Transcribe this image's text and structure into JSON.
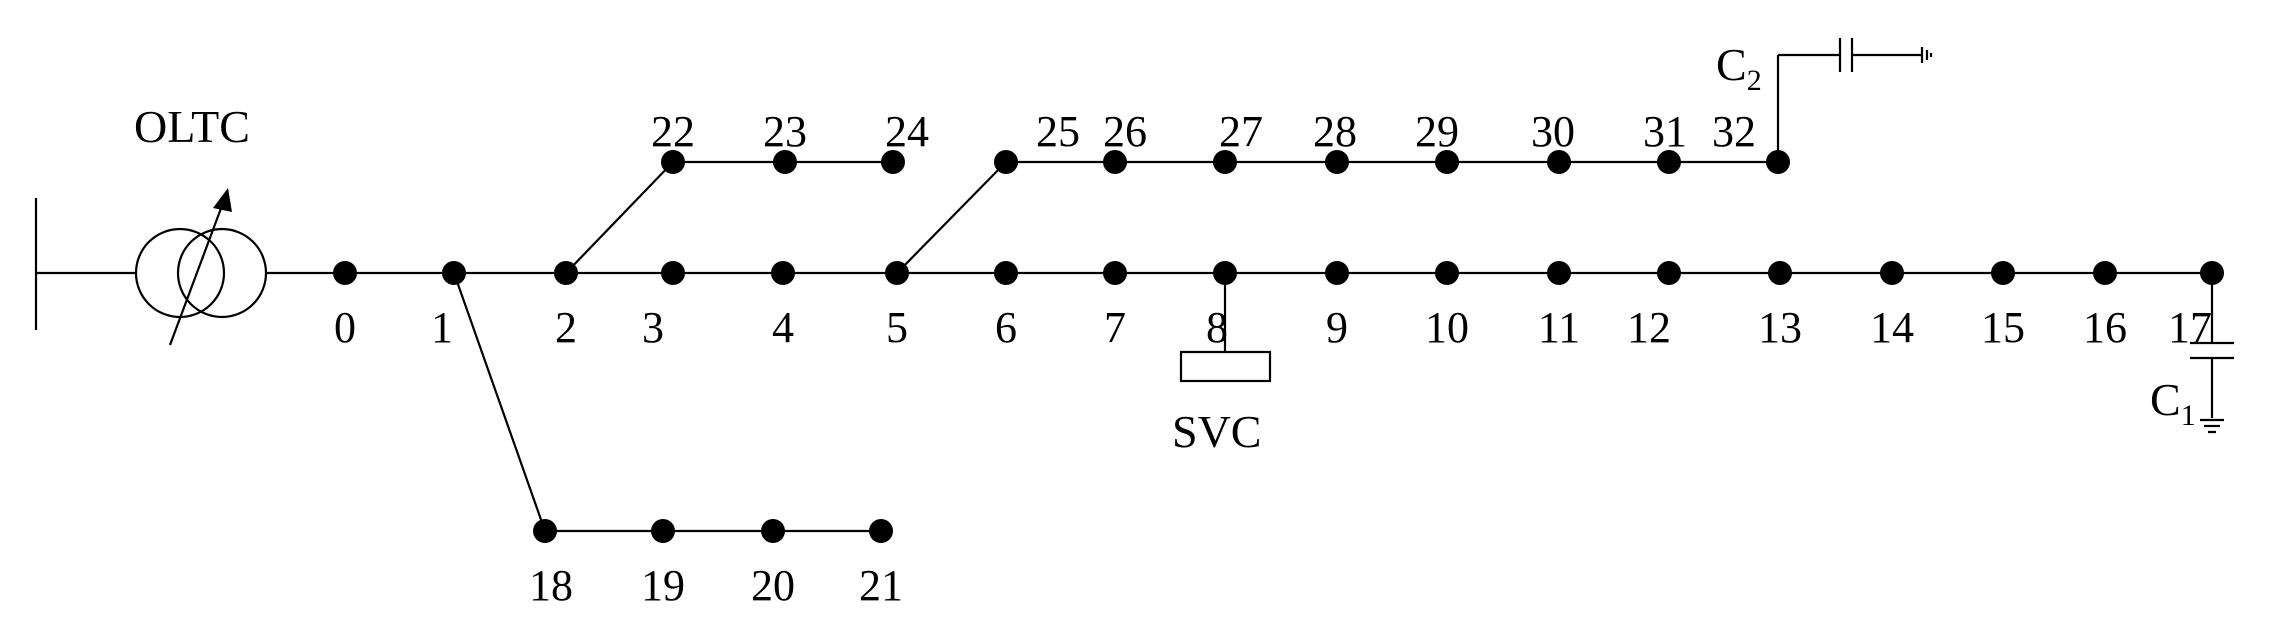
{
  "diagram": {
    "oltc_label": "OLTC",
    "svc_label": "SVC",
    "capacitor_1": {
      "base": "C",
      "sub": "1"
    },
    "capacitor_2": {
      "base": "C",
      "sub": "2"
    },
    "main_feeder_buses": [
      "0",
      "1",
      "2",
      "3",
      "4",
      "5",
      "6",
      "7",
      "8",
      "9",
      "10",
      "11",
      "12",
      "13",
      "14",
      "15",
      "16",
      "17"
    ],
    "lateral_18_21_buses": [
      "18",
      "19",
      "20",
      "21"
    ],
    "lateral_22_24_buses": [
      "22",
      "23",
      "24"
    ],
    "lateral_25_32_buses": [
      "25",
      "26",
      "27",
      "28",
      "29",
      "30",
      "31",
      "32"
    ]
  }
}
